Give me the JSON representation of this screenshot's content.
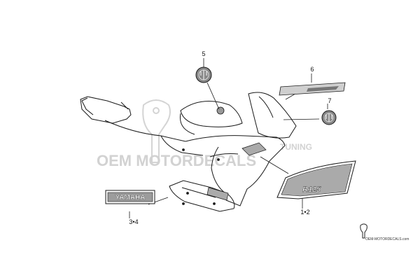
{
  "callouts": [
    {
      "id": "5",
      "text": "5"
    },
    {
      "id": "6",
      "text": "6"
    },
    {
      "id": "7",
      "text": "7"
    },
    {
      "id": "3-4",
      "text": "3•4"
    },
    {
      "id": "1-2",
      "text": "1•2"
    }
  ],
  "decals": {
    "brand_emblem": "YAMAHA",
    "model_graphic": "R125"
  },
  "watermark": {
    "main": "OEM MOTORDECALS",
    "side": "TUNING",
    "footer": "OEM-MOTORDECALS.com"
  },
  "colors": {
    "line": "#1a1a1a",
    "decal_fill": "#9a9a9a",
    "watermark": "#d2d2d2",
    "background": "#ffffff"
  }
}
